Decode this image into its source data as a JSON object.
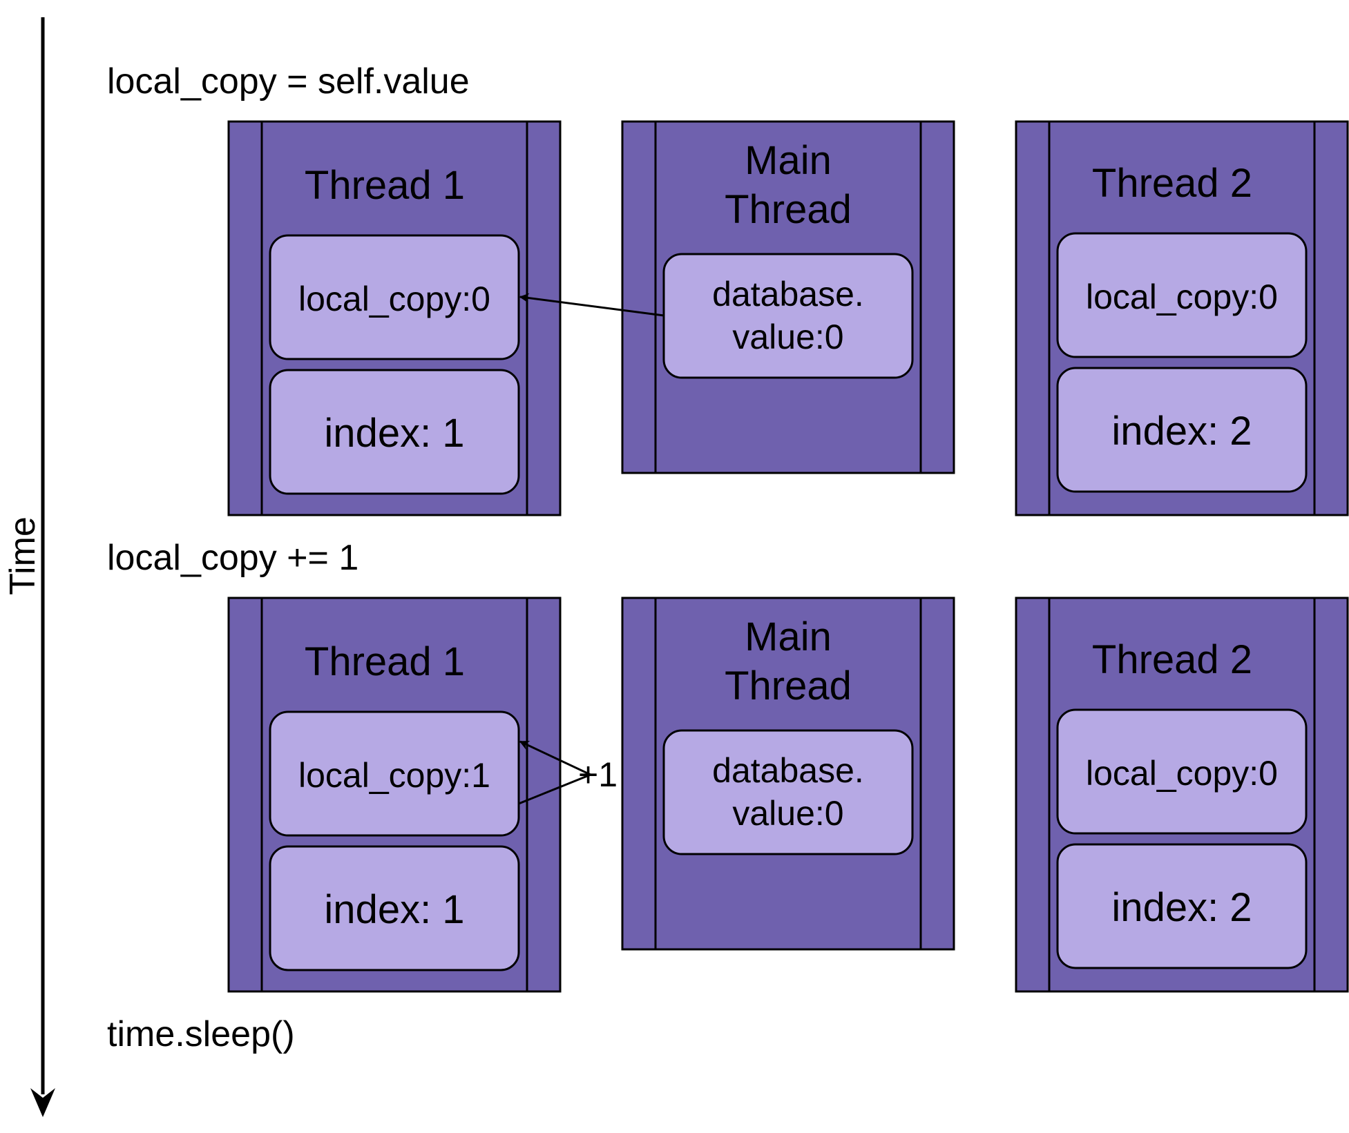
{
  "time_axis": {
    "label": "Time"
  },
  "steps": [
    {
      "label": "local_copy = self.value",
      "thread1": {
        "title": "Thread 1",
        "local_copy": "local_copy:0",
        "index": "index: 1"
      },
      "main": {
        "title_line1": "Main",
        "title_line2": "Thread",
        "db_line1": "database.",
        "db_line2": "value:0"
      },
      "thread2": {
        "title": "Thread 2",
        "local_copy": "local_copy:0",
        "index": "index: 2"
      }
    },
    {
      "label": "local_copy += 1",
      "thread1": {
        "title": "Thread 1",
        "local_copy": "local_copy:1",
        "index": "index: 1"
      },
      "main": {
        "title_line1": "Main",
        "title_line2": "Thread",
        "db_line1": "database.",
        "db_line2": "value:0"
      },
      "thread2": {
        "title": "Thread 2",
        "local_copy": "local_copy:0",
        "index": "index: 2"
      },
      "increment_label": "+1"
    },
    {
      "label": "time.sleep()"
    }
  ],
  "colors": {
    "thread_fill": "#6f61ae",
    "cell_fill": "#b6a9e4",
    "stroke": "#000000"
  }
}
